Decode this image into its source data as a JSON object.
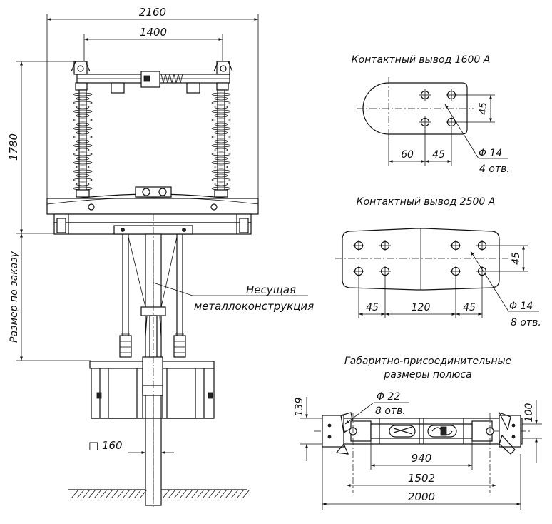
{
  "main_view": {
    "dim_overall_width": "2160",
    "dim_insulator_spacing": "1400",
    "dim_height": "1780",
    "dim_custom_size": "Размер по заказу",
    "label_structure_line1": "Несущая",
    "label_structure_line2": "металлоконструкция",
    "dim_post_section": "□ 160"
  },
  "terminal_1600": {
    "title": "Контактный вывод 1600 А",
    "dim_vertical": "45",
    "dim_60": "60",
    "dim_45": "45",
    "hole_diameter": "Φ 14",
    "hole_count": "4 отв."
  },
  "terminal_2500": {
    "title": "Контактный вывод 2500 А",
    "dim_vertical": "45",
    "dim_left_45": "45",
    "dim_120": "120",
    "dim_right_45": "45",
    "hole_diameter": "Φ 14",
    "hole_count": "8 отв."
  },
  "plan_view": {
    "title_line1": "Габаритно-присоединительные",
    "title_line2": "размеры полюса",
    "dim_139": "139",
    "dim_100": "100",
    "hole_diameter": "Φ 22",
    "hole_count": "8 отв.",
    "dim_940": "940",
    "dim_1502": "1502",
    "dim_2000": "2000"
  }
}
